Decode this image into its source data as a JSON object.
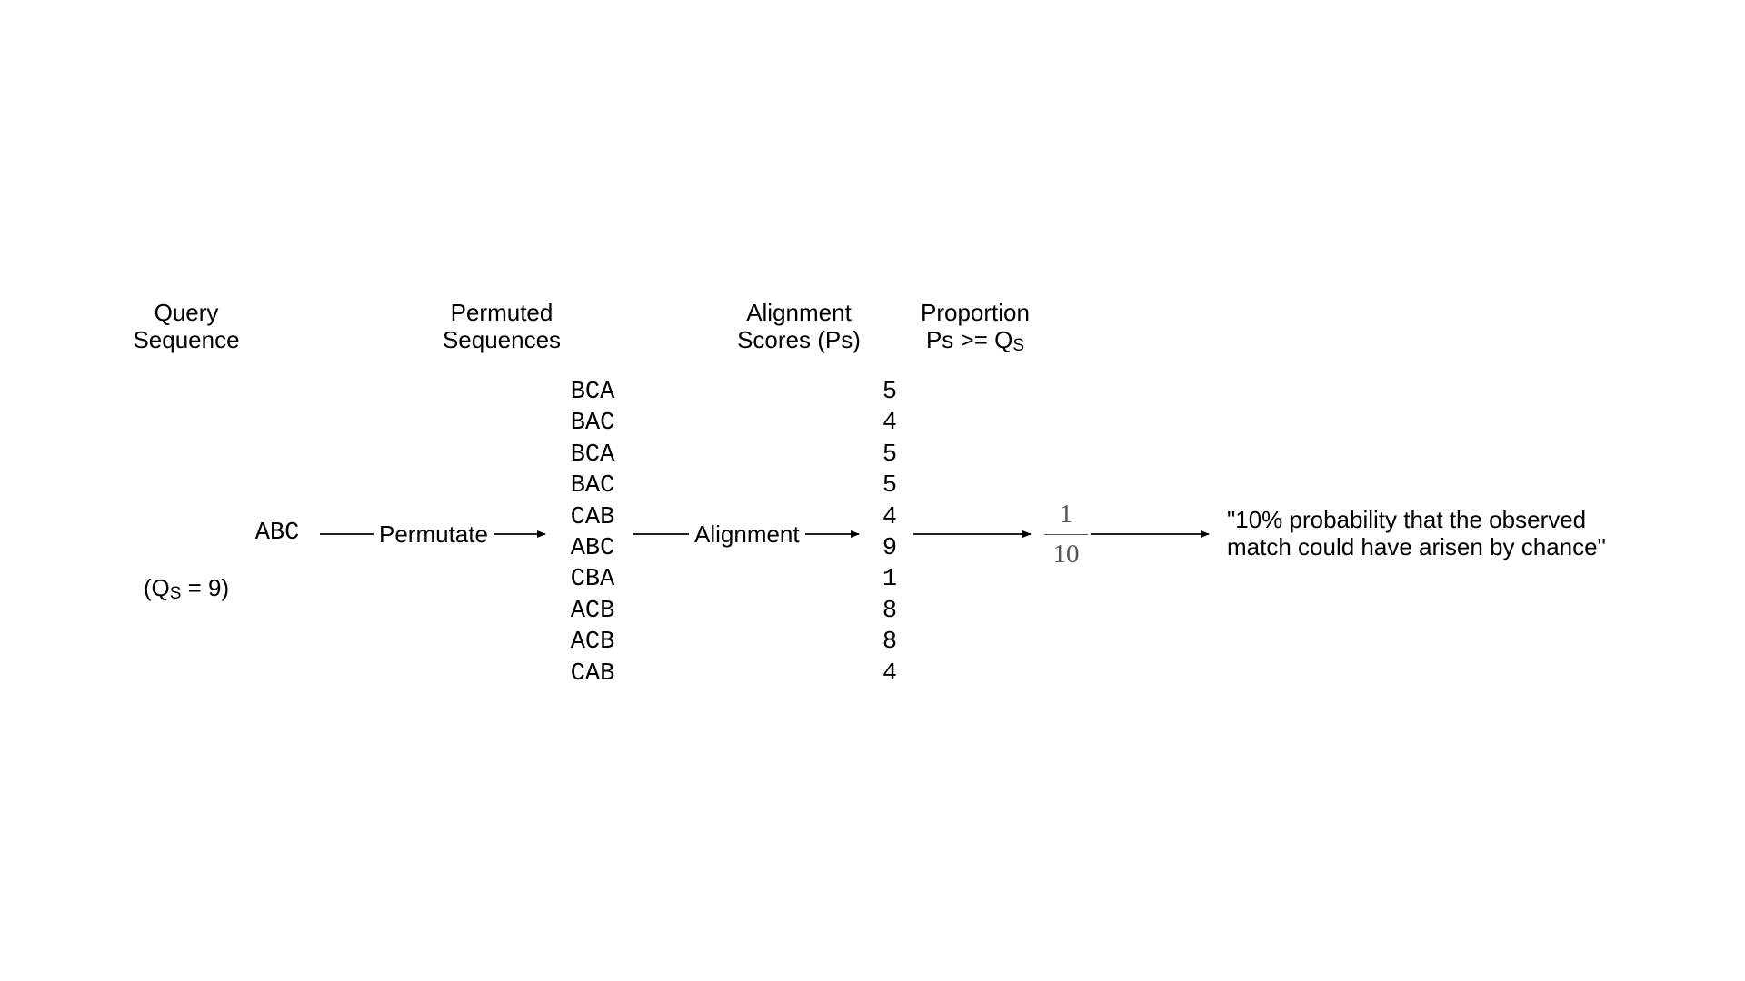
{
  "headers": {
    "query": [
      "Query",
      "Sequence"
    ],
    "permuted": [
      "Permuted",
      "Sequences"
    ],
    "scores": [
      "Alignment",
      "Scores (Ps)"
    ],
    "proportion_line1": "Proportion",
    "proportion_prefix": "Ps >= Q",
    "proportion_sub": "S"
  },
  "query": {
    "sequence": "ABC",
    "score_open": "(Q",
    "score_sub": "S",
    "score_close": " = 9)"
  },
  "steps": {
    "permutate": "Permutate",
    "alignment": "Alignment"
  },
  "permuted_sequences": [
    "BCA",
    "BAC",
    "BCA",
    "BAC",
    "CAB",
    "ABC",
    "CBA",
    "ACB",
    "ACB",
    "CAB"
  ],
  "alignment_scores": [
    "5",
    "4",
    "5",
    "5",
    "4",
    "9",
    "1",
    "8",
    "8",
    "4"
  ],
  "fraction": {
    "numerator": "1",
    "denominator": "10"
  },
  "conclusion": [
    "\"10% probability that the observed",
    "match could have arisen by chance\""
  ]
}
